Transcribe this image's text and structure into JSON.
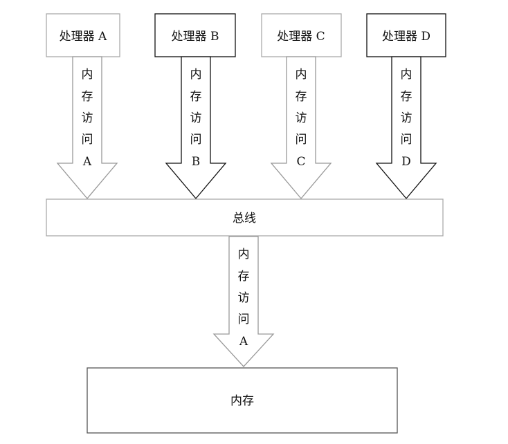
{
  "processors": [
    {
      "label": "处理器 A",
      "access": [
        "内",
        "存",
        "访",
        "问",
        "A"
      ],
      "border": "#aaaaaa"
    },
    {
      "label": "处理器 B",
      "access": [
        "内",
        "存",
        "访",
        "问",
        "B"
      ],
      "border": "#111111"
    },
    {
      "label": "处理器 C",
      "access": [
        "内",
        "存",
        "访",
        "问",
        "C"
      ],
      "border": "#aaaaaa"
    },
    {
      "label": "处理器 D",
      "access": [
        "内",
        "存",
        "访",
        "问",
        "D"
      ],
      "border": "#111111"
    }
  ],
  "bus": {
    "label": "总线"
  },
  "bus_to_memory": {
    "access": [
      "内",
      "存",
      "访",
      "问",
      "A"
    ]
  },
  "memory": {
    "label": "内存"
  }
}
